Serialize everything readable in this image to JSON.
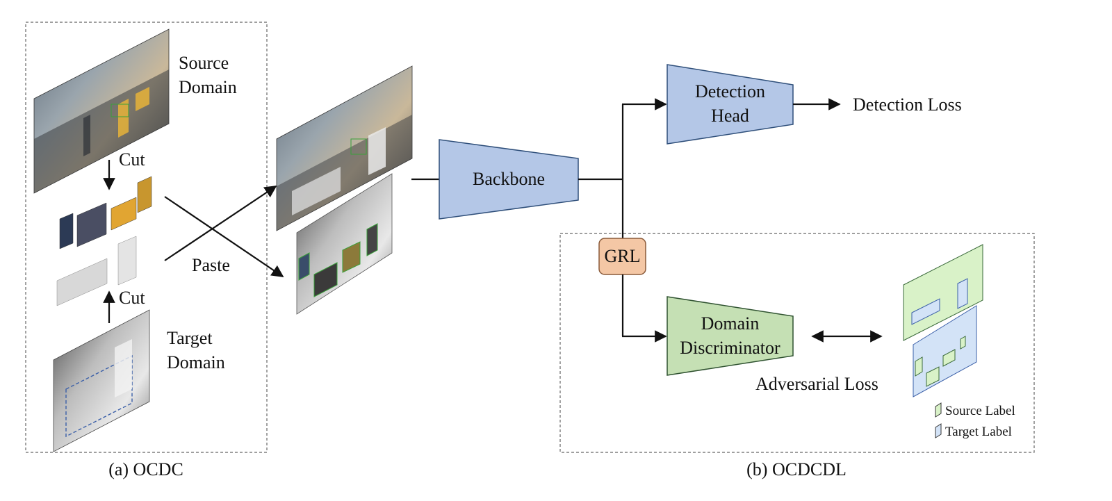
{
  "panel_a": {
    "source_domain": [
      "Source",
      "Domain"
    ],
    "target_domain": [
      "Target",
      "Domain"
    ],
    "cut_top": "Cut",
    "cut_bottom": "Cut",
    "paste": "Paste",
    "caption": "(a) OCDC"
  },
  "network": {
    "backbone": "Backbone",
    "detection_head": [
      "Detection",
      "Head"
    ],
    "detection_loss": "Detection Loss",
    "grl": "GRL",
    "domain_discriminator": [
      "Domain",
      "Discriminator"
    ]
  },
  "panel_b": {
    "adversarial_loss": "Adversarial Loss",
    "legend": {
      "source_label": "Source Label",
      "target_label": "Target Label"
    },
    "caption": "(b) OCDCDL"
  },
  "colors": {
    "blue_fill": "#b4c7e7",
    "blue_stroke": "#2f4f7a",
    "green_fill": "#c5e0b4",
    "green_stroke": "#2f5230",
    "grl_fill": "#f4c7a5",
    "grl_stroke": "#8a5a3a",
    "source_box": "#d9f2c8",
    "target_box": "#d3e3f7"
  }
}
